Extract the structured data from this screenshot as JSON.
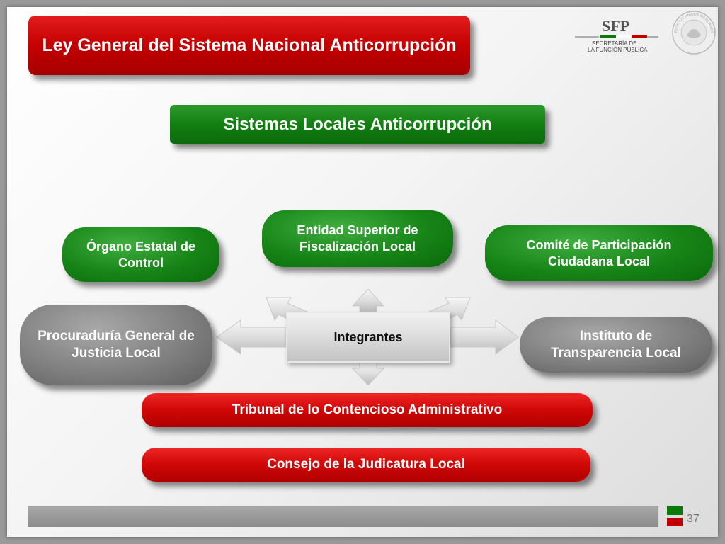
{
  "title": "Ley General del Sistema Nacional Anticorrupción",
  "subtitle": "Sistemas Locales Anticorrupción",
  "logo": {
    "acronym": "SFP",
    "line1": "SECRETARÍA DE",
    "line2": "LA FUNCIÓN PÚBLICA",
    "seal_text": "ESTADOS UNIDOS MEXICANOS"
  },
  "center_label": "Integrantes",
  "members": {
    "organo": "Órgano Estatal de Control",
    "entidad": "Entidad Superior de Fiscalización Local",
    "comite": "Comité de Participación Ciudadana Local",
    "procuraduria": "Procuraduría General de Justicia Local",
    "instituto": "Instituto de Transparencia Local",
    "tribunal": "Tribunal de lo Contencioso Administrativo",
    "consejo": "Consejo de la Judicatura Local"
  },
  "page_number": "37",
  "colors": {
    "red": "#c40000",
    "green": "#137f13",
    "grey": "#808080"
  }
}
